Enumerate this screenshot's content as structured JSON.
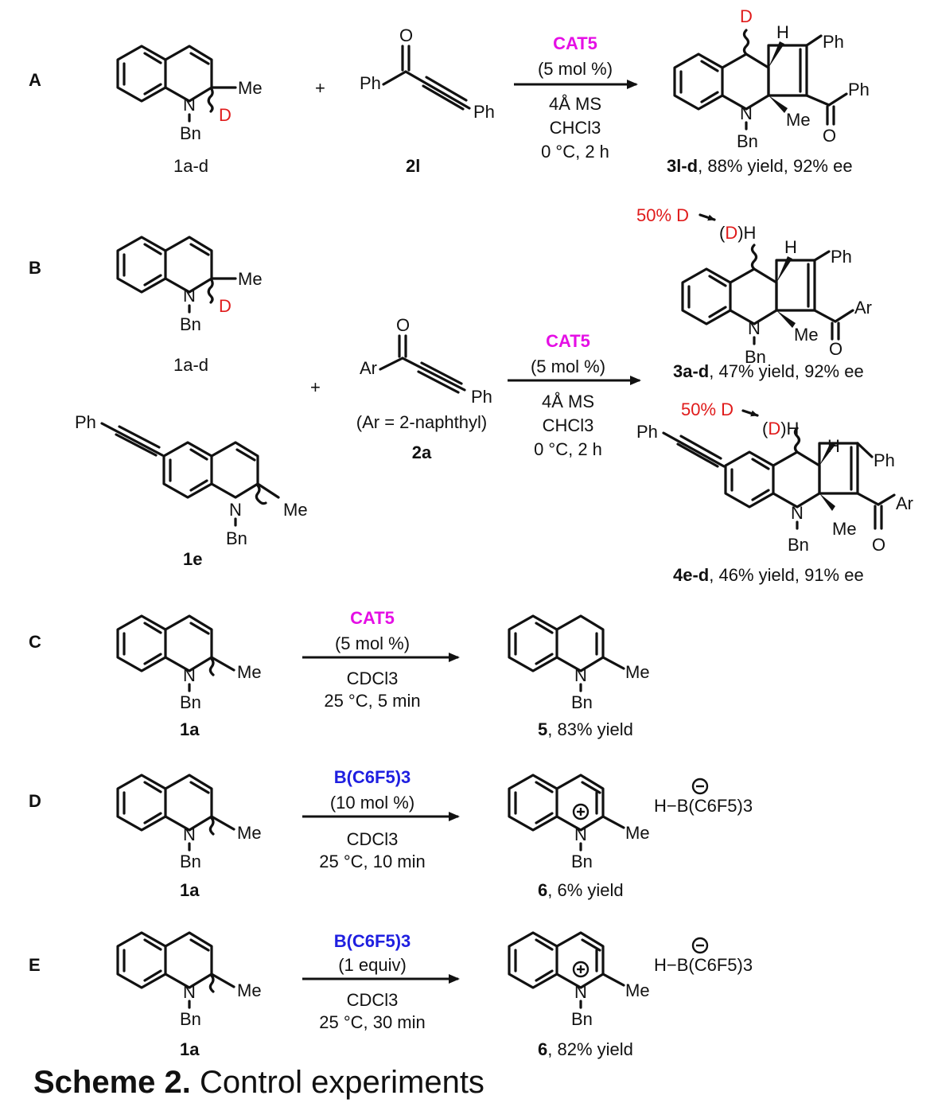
{
  "caption": {
    "label": "Scheme 2.",
    "text": " Control experiments"
  },
  "sections": {
    "A": {
      "label": "A",
      "reactant1": "1a-d",
      "reactant2": "2l",
      "plus": "+",
      "catalyst": "CAT5",
      "conditions": [
        "(5 mol %)",
        "4Å MS",
        "CHCl3",
        "0 °C, 2 h"
      ],
      "product": {
        "compound": "3l-d",
        "result": ", 88% yield, 92% ee"
      }
    },
    "B": {
      "label": "B",
      "reactant1": "1a-d",
      "reactant1b": "1e",
      "reactant2": "2a",
      "reactant2_note": "(Ar = 2-naphthyl)",
      "plus": "+",
      "catalyst": "CAT5",
      "conditions": [
        "(5 mol %)",
        "4Å MS",
        "CHCl3",
        "0 °C, 2 h"
      ],
      "product1": {
        "compound": "3a-d",
        "result": ", 47% yield, 92% ee",
        "deuterium_note": "50% D"
      },
      "product2": {
        "compound": "4e-d",
        "result": ", 46% yield, 91% ee",
        "deuterium_note": "50% D"
      }
    },
    "C": {
      "label": "C",
      "reactant": "1a",
      "catalyst": "CAT5",
      "conditions": [
        "(5 mol %)",
        "CDCl3",
        "25 °C, 5 min"
      ],
      "product": {
        "compound": "5",
        "result": ", 83% yield"
      }
    },
    "D": {
      "label": "D",
      "reactant": "1a",
      "catalyst": "B(C6F5)3",
      "conditions": [
        "(10 mol %)",
        "CDCl3",
        "25 °C, 10 min"
      ],
      "product": {
        "compound": "6",
        "result": ", 6% yield"
      },
      "counterion": "H−B(C6F5)3"
    },
    "E": {
      "label": "E",
      "reactant": "1a",
      "catalyst": "B(C6F5)3",
      "conditions": [
        "(1 equiv)",
        "CDCl3",
        "25 °C, 30 min"
      ],
      "product": {
        "compound": "6",
        "result": ", 82% yield"
      },
      "counterion": "H−B(C6F5)3"
    }
  },
  "atoms": {
    "N": "N",
    "Bn": "Bn",
    "Me": "Me",
    "Ph": "Ph",
    "Ar": "Ar",
    "O": "O",
    "H": "H",
    "D": "D"
  },
  "colors": {
    "catalyst": "#e50fe5",
    "borane": "#1f1fe0",
    "deuterium": "#e01b1b"
  }
}
